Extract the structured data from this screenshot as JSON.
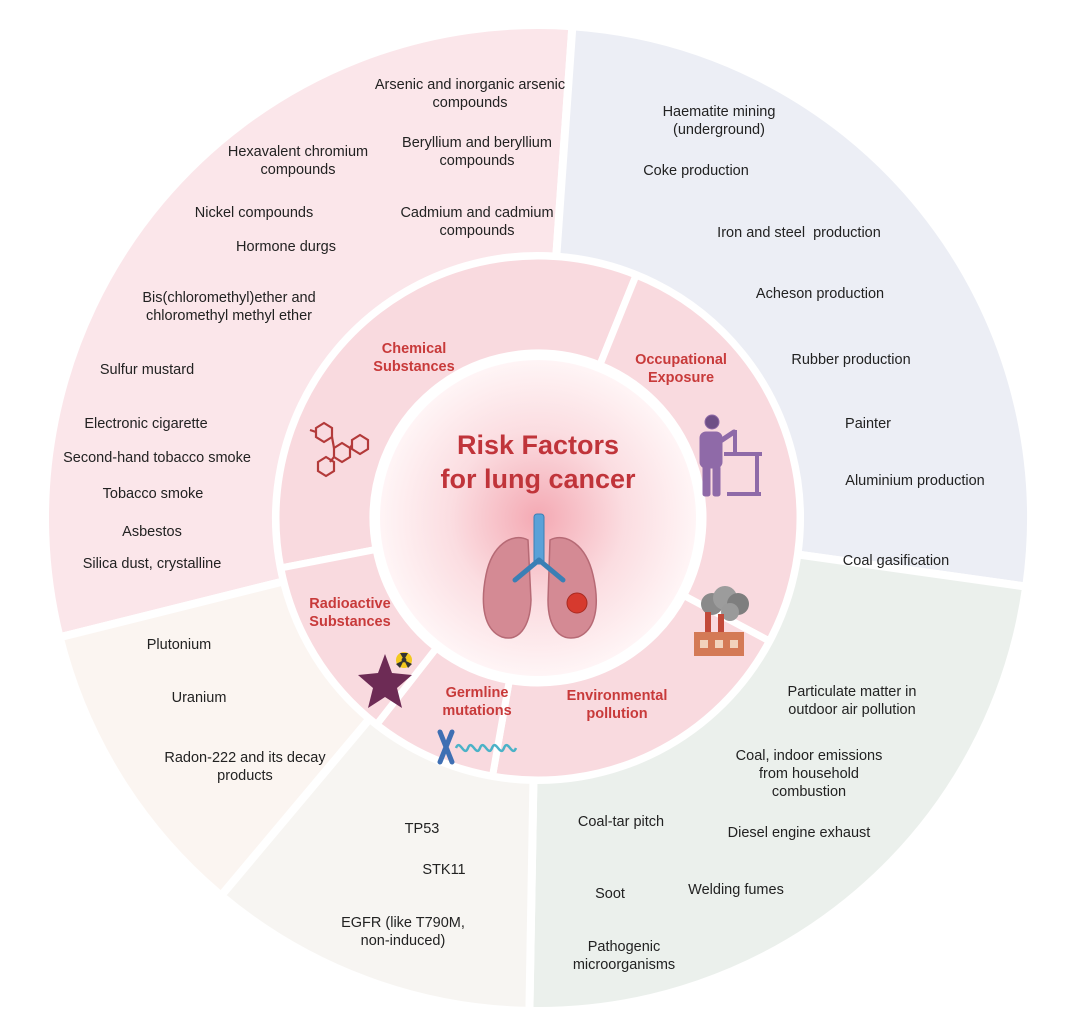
{
  "title": "Risk Factors\nfor lung cancer",
  "colors": {
    "chemical": "#fbe6ea",
    "occupational": "#eceef5",
    "environmental": "#ebf0ec",
    "germline": "#f7f5f2",
    "radioactive": "#fbf5f1",
    "inner_ring": "#f9dadf",
    "category_text": "#c83a3a",
    "title_text": "#c0343a"
  },
  "categories": [
    {
      "id": "chemical",
      "label": "Chemical\nSubstances",
      "icon": "molecule-icon"
    },
    {
      "id": "occupational",
      "label": "Occupational\nExposure",
      "icon": "lab-worker-icon"
    },
    {
      "id": "environmental",
      "label": "Environmental\npollution",
      "icon": "factory-smoke-icon"
    },
    {
      "id": "germline",
      "label": "Germline\nmutations",
      "icon": "chromosome-dna-icon"
    },
    {
      "id": "radioactive",
      "label": "Radioactive\nSubstances",
      "icon": "radiation-star-icon"
    }
  ],
  "factors": {
    "chemical": [
      "Arsenic and inorganic arsenic\ncompounds",
      "Beryllium and beryllium\ncompounds",
      "Hexavalent chromium\ncompounds",
      "Nickel compounds",
      "Cadmium and cadmium\ncompounds",
      "Hormone durgs",
      "Bis(chloromethyl)ether and\nchloromethyl methyl ether",
      "Sulfur mustard",
      "Electronic cigarette",
      "Second-hand tobacco smoke",
      "Tobacco smoke",
      "Asbestos",
      "Silica dust, crystalline"
    ],
    "occupational": [
      "Haematite mining\n(underground)",
      "Coke production",
      "Iron and steel  production",
      "Acheson production",
      "Rubber production",
      "Painter",
      "Aluminium production",
      "Coal gasification"
    ],
    "environmental": [
      "Particulate matter in\noutdoor air pollution",
      "Coal, indoor emissions\nfrom household\ncombustion",
      "Coal-tar pitch",
      "Diesel engine exhaust",
      "Soot",
      "Welding fumes",
      "Pathogenic\nmicroorganisms"
    ],
    "germline": [
      "TP53",
      "STK11",
      "EGFR (like T790M,\nnon-induced)"
    ],
    "radioactive": [
      "Plutonium",
      "Uranium",
      "Radon-222 and its decay\nproducts"
    ]
  },
  "center_icon": "lungs-tumor-icon"
}
